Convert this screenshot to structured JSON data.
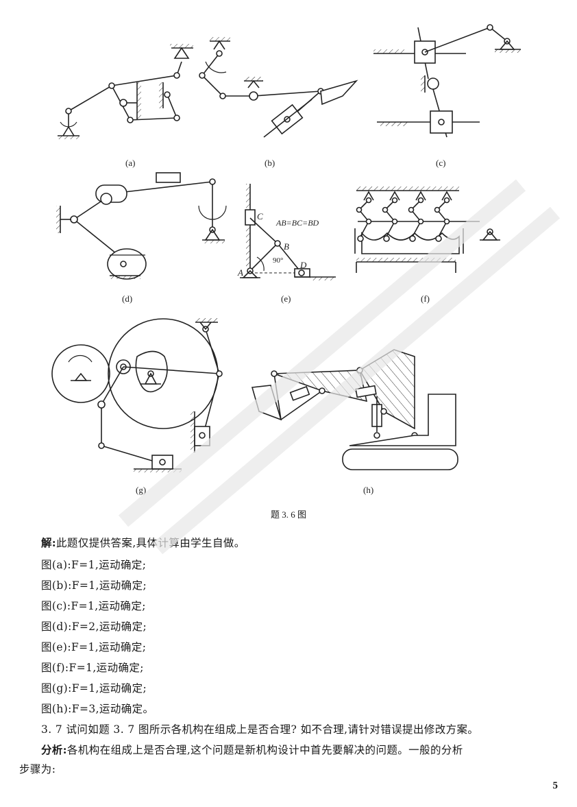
{
  "figure": {
    "labels": [
      "(a)",
      "(b)",
      "(c)",
      "(d)",
      "(e)",
      "(f)",
      "(g)",
      "(h)"
    ],
    "caption": "题 3. 6 图",
    "e_annotation": "AB=BC=BD",
    "e_points": {
      "A": "A",
      "B": "B",
      "C": "C",
      "D": "D"
    },
    "e_angle": "90°"
  },
  "solution": {
    "head": "解:",
    "intro": "此题仅提供答案,具体计算由学生自做。",
    "answers": [
      "图(a):F=1,运动确定;",
      "图(b):F=1,运动确定;",
      "图(c):F=1,运动确定;",
      "图(d):F=2,运动确定;",
      "图(e):F=1,运动确定;",
      "图(f):F=1,运动确定;",
      "图(g):F=1,运动确定;",
      "图(h):F=3,运动确定。"
    ]
  },
  "problem_3_7": "3. 7 试问如题 3. 7 图所示各机构在组成上是否合理? 如不合理,请针对错误提出修改方案。",
  "analysis": {
    "head": "分析:",
    "line1": "各机构在组成上是否合理,这个问题是新机构设计中首先要解决的问题。一般的分析",
    "line2": "步骤为:"
  },
  "page_number": "5"
}
